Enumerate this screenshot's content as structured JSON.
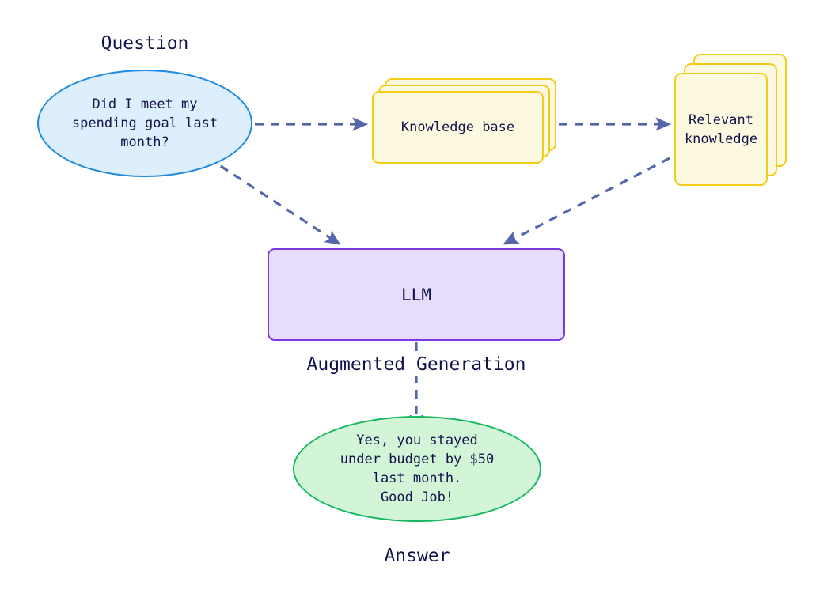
{
  "diagram": {
    "title": "Retrieval Augmented Generation flow",
    "background": "#ffffff",
    "edge_color": "#5566ab",
    "text_color": "#13134a"
  },
  "nodes": {
    "question": {
      "caption": "Question",
      "text": "Did I meet my\nspending goal last\nmonth?",
      "shape": "ellipse",
      "fill": "#ddeefc",
      "stroke": "#1f8ae0"
    },
    "knowledge_base": {
      "text": "Knowledge base",
      "shape": "card-stack",
      "cards": 3,
      "fill": "#fdf8e0",
      "stroke": "#f3cc18"
    },
    "relevant_knowledge": {
      "text": "Relevant\nknowledge",
      "shape": "card-stack",
      "cards": 3,
      "fill": "#fdf8e0",
      "stroke": "#f3cc18"
    },
    "llm": {
      "text": "LLM",
      "shape": "rectangle",
      "fill": "#e7ddfb",
      "stroke": "#7a39e0"
    },
    "answer": {
      "caption": "Answer",
      "text": "Yes, you stayed\nunder budget by $50\nlast month.\nGood Job!",
      "shape": "ellipse",
      "fill": "#d2f5d8",
      "stroke": "#17b862"
    }
  },
  "edges": [
    {
      "id": "question-to-knowledge-base",
      "from": "question",
      "to": "knowledge_base",
      "style": "dashed",
      "label": ""
    },
    {
      "id": "knowledge-base-to-relevant-knowledge",
      "from": "knowledge_base",
      "to": "relevant_knowledge",
      "style": "dashed",
      "label": ""
    },
    {
      "id": "question-to-llm",
      "from": "question",
      "to": "llm",
      "style": "dashed",
      "label": ""
    },
    {
      "id": "relevant-knowledge-to-llm",
      "from": "relevant_knowledge",
      "to": "llm",
      "style": "dashed",
      "label": ""
    },
    {
      "id": "llm-to-answer",
      "from": "llm",
      "to": "answer",
      "style": "dashed",
      "label": "Augmented Generation"
    }
  ],
  "labels": {
    "augmented_generation": "Augmented Generation"
  }
}
